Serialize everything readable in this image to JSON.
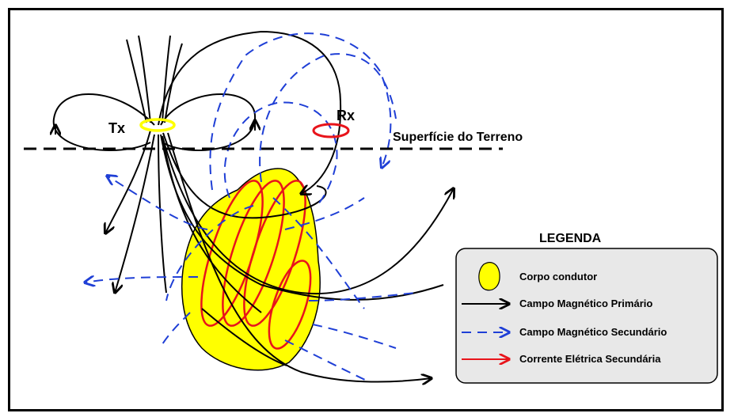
{
  "labels": {
    "tx": "Tx",
    "rx": "Rx",
    "surface": "Superfície do Terreno"
  },
  "legend": {
    "title": "LEGENDA",
    "items": [
      {
        "label": "Corpo condutor",
        "symbol": "conductor-body"
      },
      {
        "label": "Campo Magnético Primário",
        "symbol": "black-solid-arrow"
      },
      {
        "label": "Campo Magnético Secundário",
        "symbol": "blue-dashed-arrow"
      },
      {
        "label": "Corrente Elétrica Secundária",
        "symbol": "red-solid-arrow"
      }
    ]
  },
  "colors": {
    "primary_field": "#000000",
    "secondary_field": "#1f3fd6",
    "secondary_current": "#e8141b",
    "conductor_fill": "#ffff00",
    "tx_coil": "#ffff00",
    "rx_coil": "#e8141b",
    "legend_bg": "#e8e8e8"
  }
}
